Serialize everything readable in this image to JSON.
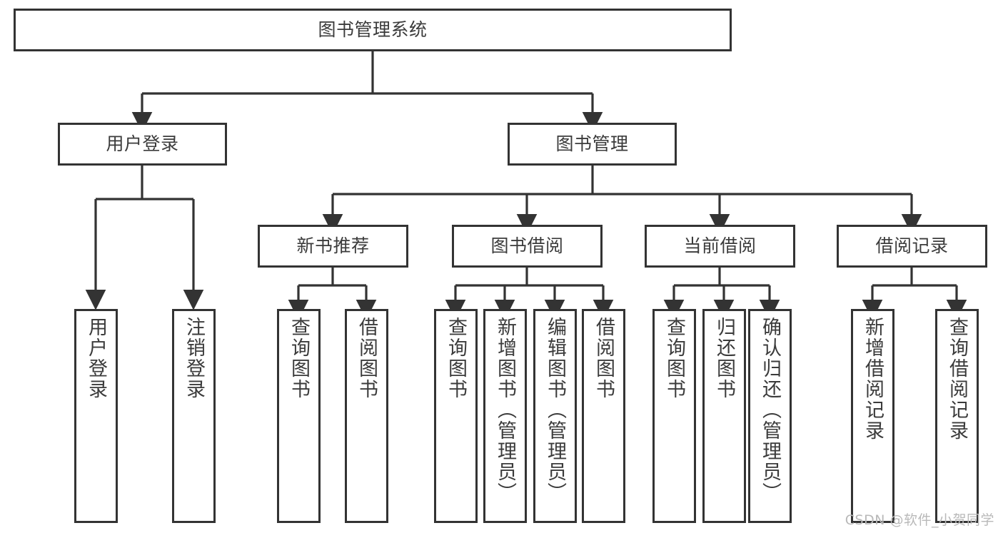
{
  "diagram": {
    "title": "图书管理系统",
    "type": "tree-hierarchy-diagram",
    "colors": {
      "box_border": "#333333",
      "box_fill": "#ffffff",
      "connector": "#333333",
      "text": "#3b3b3b",
      "watermark": "#b9b9b9",
      "background": "#ffffff"
    },
    "root": {
      "id": "root",
      "label": "图书管理系统",
      "orientation": "horizontal"
    },
    "level2": [
      {
        "id": "user-login",
        "label": "用户登录",
        "orientation": "horizontal"
      },
      {
        "id": "book-management",
        "label": "图书管理",
        "orientation": "horizontal"
      }
    ],
    "level3": [
      {
        "id": "new-book-recommend",
        "label": "新书推荐",
        "orientation": "horizontal",
        "parent": "book-management"
      },
      {
        "id": "book-borrow",
        "label": "图书借阅",
        "orientation": "horizontal",
        "parent": "book-management"
      },
      {
        "id": "current-borrow",
        "label": "当前借阅",
        "orientation": "horizontal",
        "parent": "book-management"
      },
      {
        "id": "borrow-record",
        "label": "借阅记录",
        "orientation": "horizontal",
        "parent": "book-management"
      }
    ],
    "leaves": [
      {
        "id": "leaf-user-login",
        "label": "用户登录",
        "parent": "user-login"
      },
      {
        "id": "leaf-logout-login",
        "label": "注销登录",
        "parent": "user-login"
      },
      {
        "id": "leaf-query-book-1",
        "label": "查询图书",
        "parent": "new-book-recommend"
      },
      {
        "id": "leaf-borrow-book-1",
        "label": "借阅图书",
        "parent": "new-book-recommend"
      },
      {
        "id": "leaf-query-book-2",
        "label": "查询图书",
        "parent": "book-borrow"
      },
      {
        "id": "leaf-add-book-admin",
        "label": "新增图书（管理员）",
        "parent": "book-borrow"
      },
      {
        "id": "leaf-edit-book-admin",
        "label": "编辑图书（管理员）",
        "parent": "book-borrow"
      },
      {
        "id": "leaf-borrow-book-2",
        "label": "借阅图书",
        "parent": "book-borrow"
      },
      {
        "id": "leaf-query-book-3",
        "label": "查询图书",
        "parent": "current-borrow"
      },
      {
        "id": "leaf-return-book",
        "label": "归还图书",
        "parent": "current-borrow"
      },
      {
        "id": "leaf-confirm-return-admin",
        "label": "确认归还（管理员）",
        "parent": "current-borrow"
      },
      {
        "id": "leaf-add-borrow-record",
        "label": "新增借阅记录",
        "parent": "borrow-record"
      },
      {
        "id": "leaf-query-borrow-record",
        "label": "查询借阅记录",
        "parent": "borrow-record"
      }
    ]
  },
  "watermark": {
    "text": "CSDN @软件_小贺同学"
  }
}
